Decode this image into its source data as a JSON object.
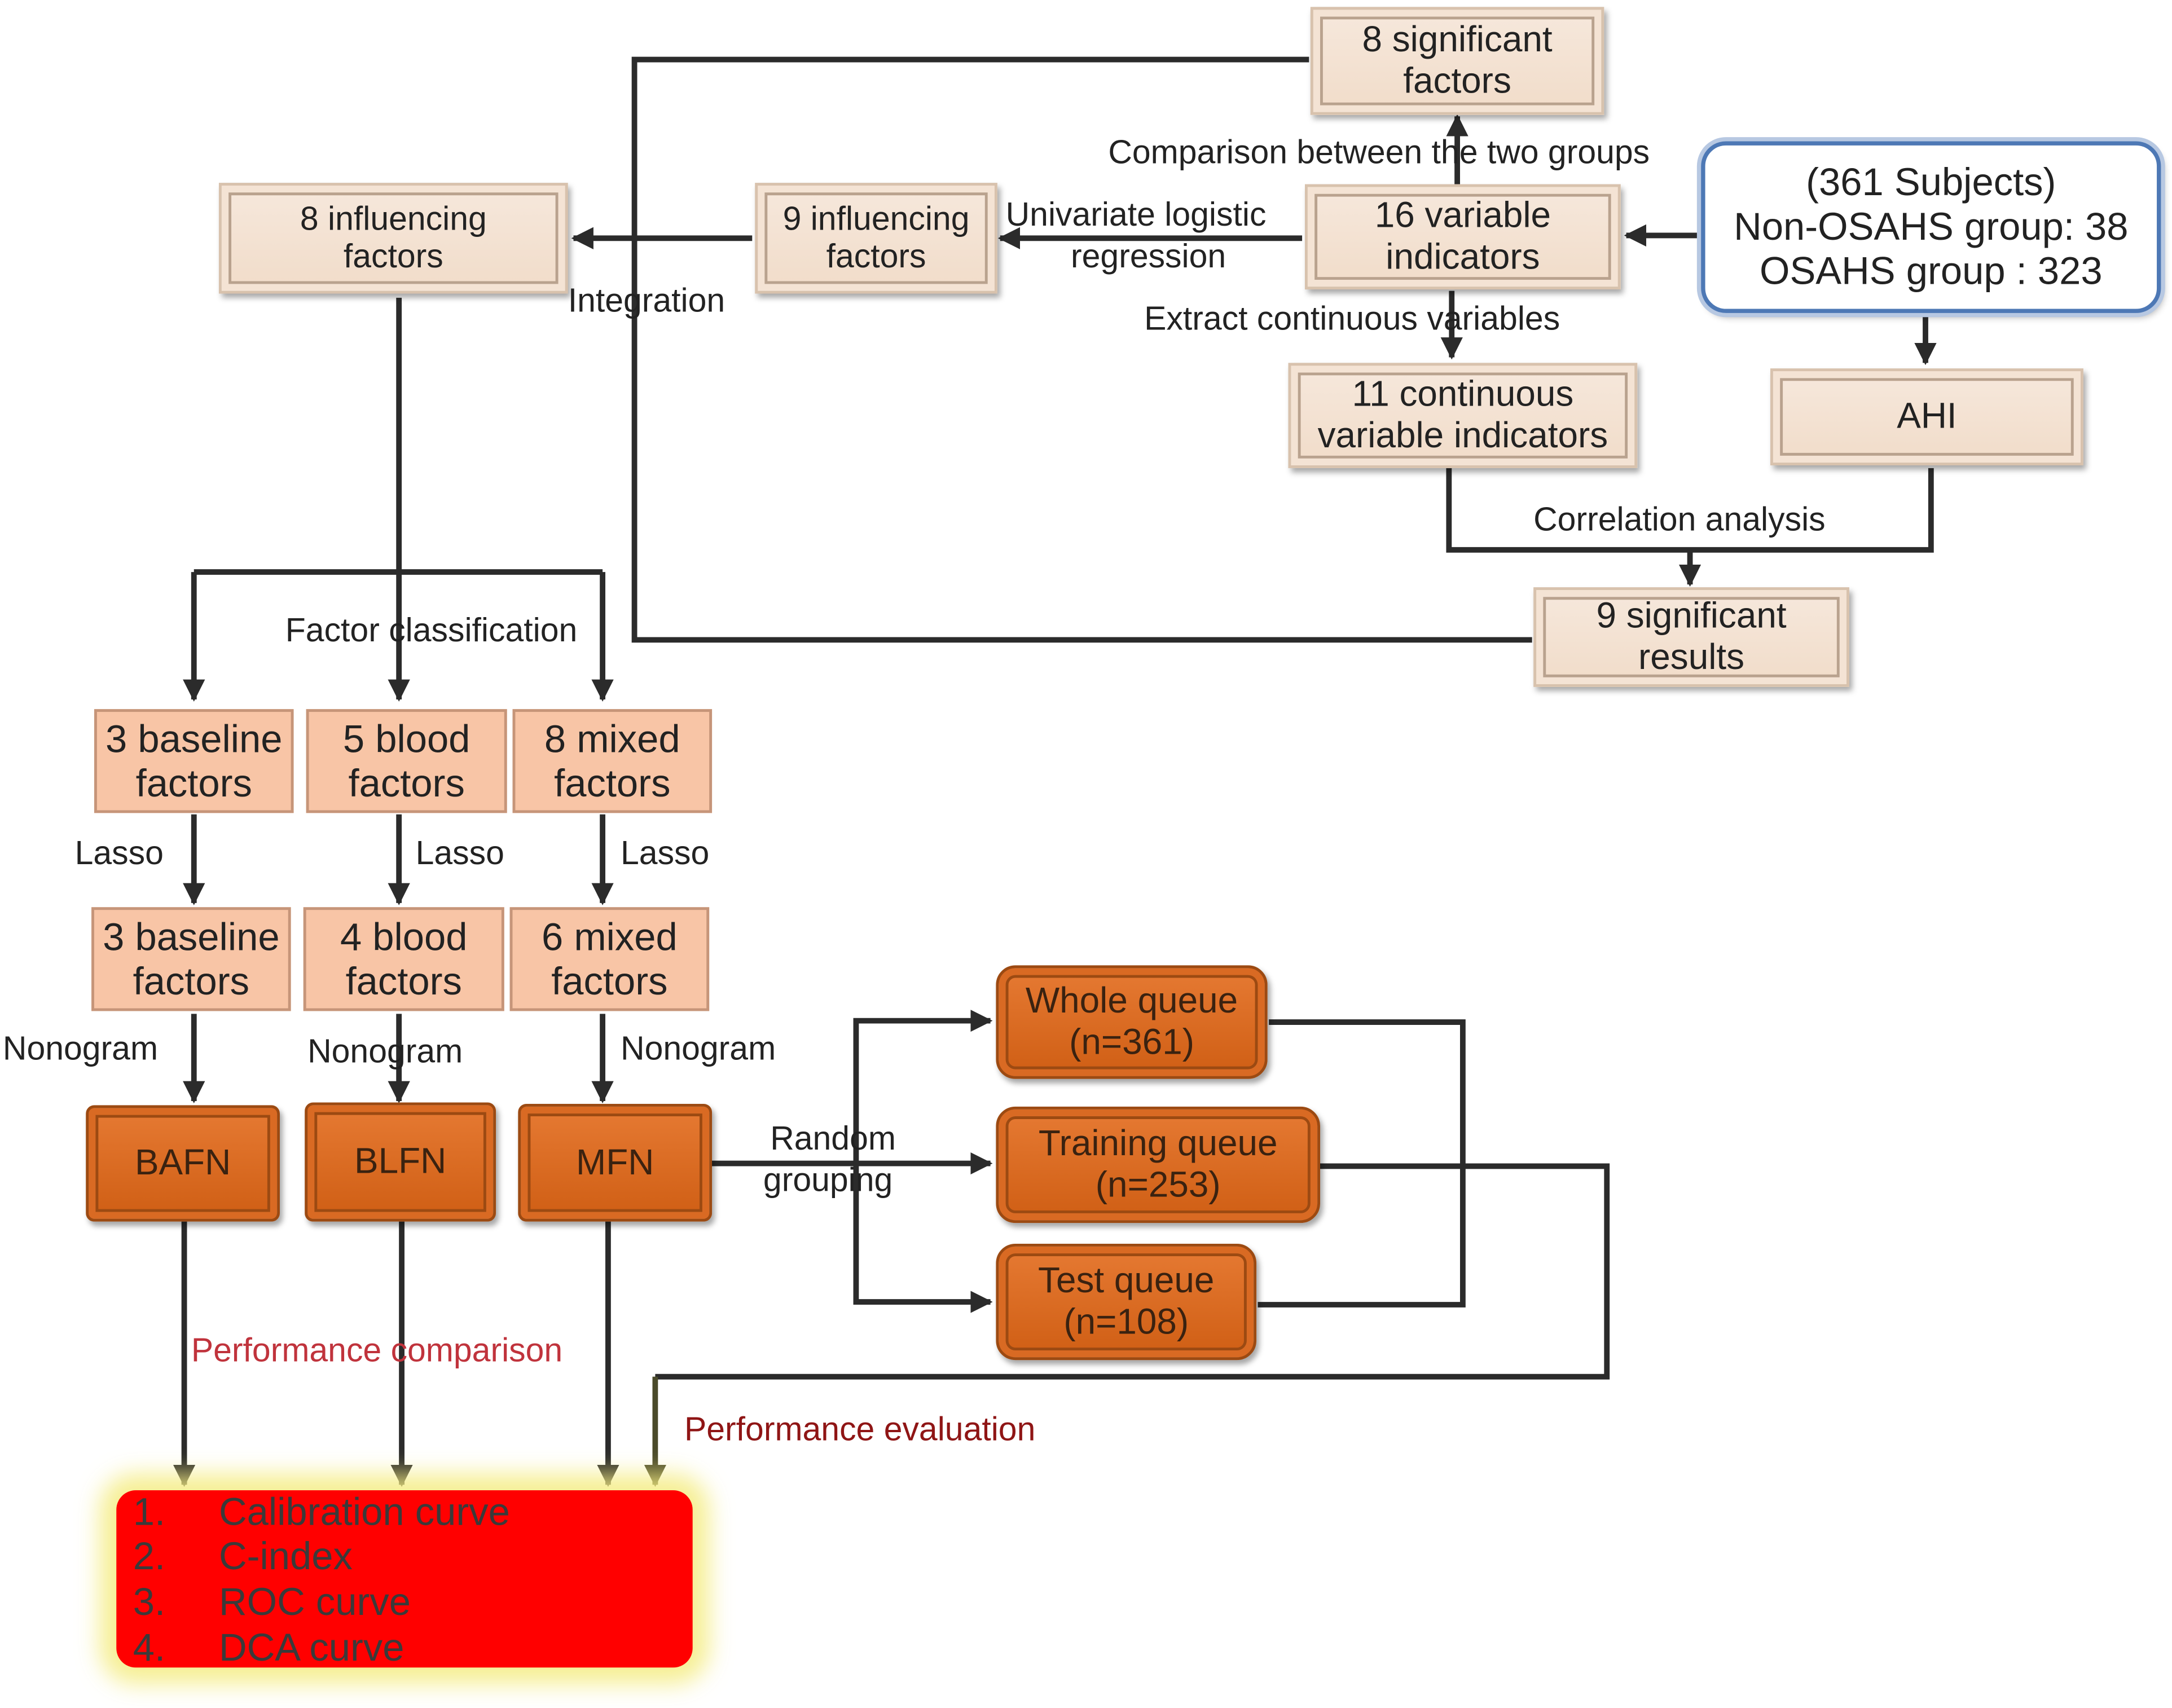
{
  "nodes": {
    "subjects": [
      "(361 Subjects)",
      "Non-OSAHS group: 38",
      "OSAHS group : 323"
    ],
    "variable16": [
      "16 variable",
      "indicators"
    ],
    "significant8": [
      "8 significant",
      "factors"
    ],
    "influencing9": [
      "9 influencing",
      "factors"
    ],
    "influencing8": [
      "8 influencing",
      "factors"
    ],
    "continuous11": [
      "11 continuous",
      "variable indicators"
    ],
    "ahi": "AHI",
    "significant9": [
      "9 significant",
      "results"
    ],
    "baseline3a": [
      "3 baseline",
      "factors"
    ],
    "blood5": [
      "5 blood",
      "factors"
    ],
    "mixed8": [
      "8 mixed",
      "factors"
    ],
    "baseline3b": [
      "3 baseline",
      "factors"
    ],
    "blood4": [
      "4 blood",
      "factors"
    ],
    "mixed6": [
      "6 mixed",
      "factors"
    ],
    "bafn": "BAFN",
    "blfn": "BLFN",
    "mfn": "MFN",
    "whole": [
      "Whole queue",
      "(n=361)"
    ],
    "training": [
      "Training  queue",
      "(n=253)"
    ],
    "test": [
      "Test queue",
      "(n=108)"
    ],
    "outcomes": [
      {
        "num": "1.",
        "text": "Calibration curve"
      },
      {
        "num": "2.",
        "text": "C-index"
      },
      {
        "num": "3.",
        "text": "ROC curve"
      },
      {
        "num": "4.",
        "text": "DCA curve"
      }
    ]
  },
  "labels": {
    "comparison": "Comparison  between the two groups",
    "univariate": [
      "Univariate logistic",
      "regression"
    ],
    "integration": "Integration",
    "extract": "Extract continuous variables",
    "correlation": "Correlation analysis",
    "factor_classification": "Factor classification",
    "lasso1": "Lasso",
    "lasso2": "Lasso",
    "lasso3": "Lasso",
    "nonogram1": "Nonogram",
    "nonogram2": "Nonogram",
    "nonogram3": "Nonogram",
    "random_grouping": [
      "Random",
      "grouping"
    ],
    "performance_comparison": "Performance comparison",
    "performance_evaluation": "Performance evaluation"
  },
  "colors": {
    "cream_box": "#f1dcc9",
    "peach_box": "#f8c5a6",
    "orange_box": "#d96a23",
    "blue_border": "#4d78b5",
    "outcome_box": "#ff0000",
    "accent_red_text": "#c0333c"
  }
}
